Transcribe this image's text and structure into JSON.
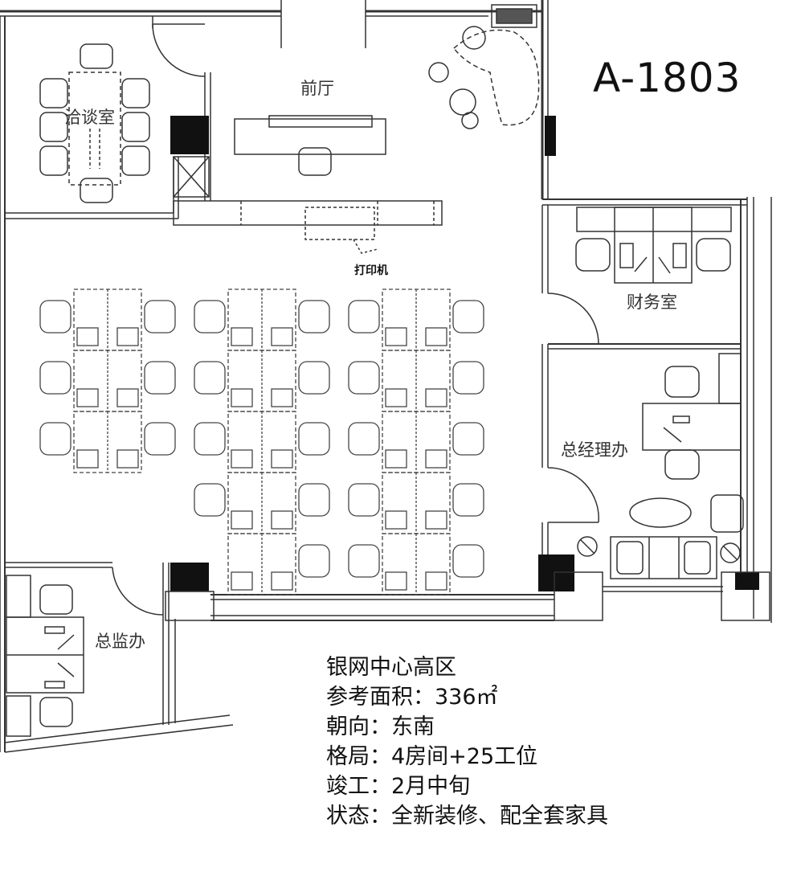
{
  "unit_number": "A-1803",
  "rooms": {
    "reception": "前厅",
    "meeting_room": "洽谈室",
    "finance_room": "财务室",
    "gm_office": "总经理办",
    "director_office": "总监办"
  },
  "printer_label": "打印机",
  "info": {
    "building": "银网中心高区",
    "area": "参考面积：336㎡",
    "orientation": "朝向：东南",
    "layout": "格局：4房间+25工位",
    "completion": "竣工：2月中旬",
    "status": "状态：全新装修、配全套家具"
  },
  "workstation_count": 25
}
